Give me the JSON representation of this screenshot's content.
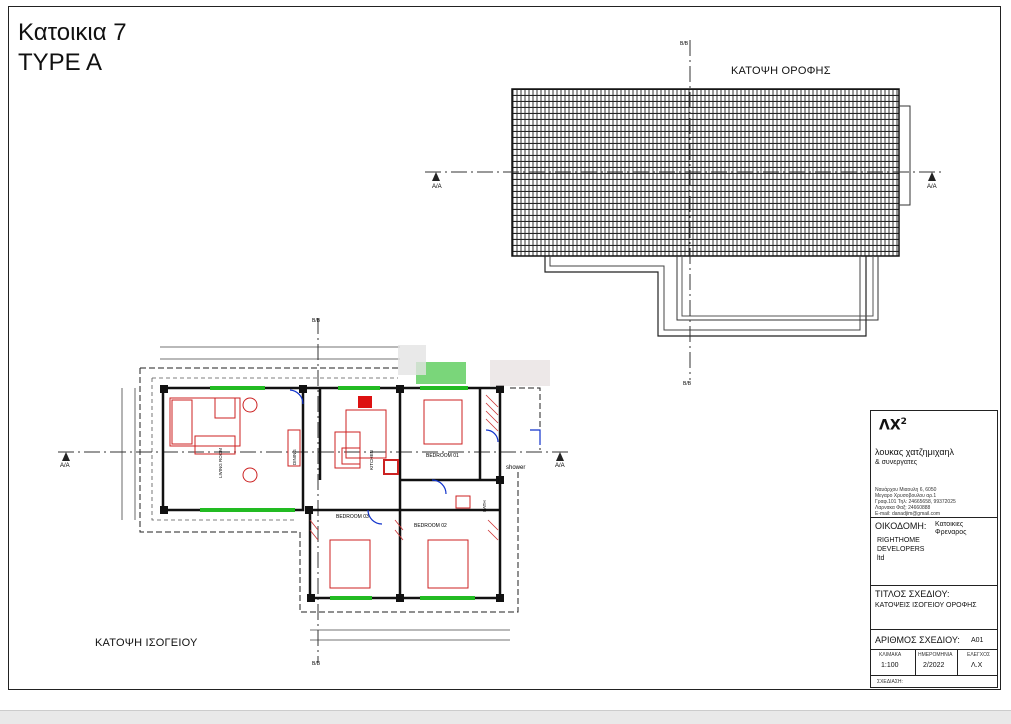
{
  "title": {
    "line1": "Κατοικια 7",
    "line2": "TYPE A"
  },
  "labels": {
    "roof_plan": "ΚΑΤΟΨΗ ΟΡΟΦΗΣ",
    "ground_plan": "ΚΑΤΟΨΗ  ΙΣΟΓΕΙΟΥ",
    "section_aa": "A/A",
    "section_bb": "B/B"
  },
  "rooms": {
    "living": "LIVING ROOM",
    "dining": "DINING",
    "kitchen": "KITCHEN",
    "bedroom1": "BEDROOM 01",
    "bedroom2": "BEDROOM 02",
    "bedroom3": "BEDROOM 03",
    "shower": "shower",
    "bath": "BATH"
  },
  "title_block": {
    "logo": "ΛΧ",
    "logo_sup": "2",
    "firm_name": "λουκας χατζημιχαηλ",
    "firm_sub": "& συνεργατες",
    "address": [
      "Ναυάρχου Μιαουλη 6, 6050",
      "Μεγαρο Χρυσοβουλου αρ.1",
      "Γραφ.101    Τηλ: 24665658, 99372025",
      "Λαρνακα         Φαξ: 24660888",
      "E-mail: danadjim@gmail.com"
    ],
    "building_label": "ΟΙΚΟΔΟΜΗ:",
    "building_value": "Κατοικιες Φρεναρος",
    "owner": [
      "RIGHTHOME",
      "DEVELOPERS",
      "ltd"
    ],
    "drawing_title_label": "ΤΙΤΛΟΣ ΣΧΕΔΙΟΥ:",
    "drawing_title_value": "ΚΑΤΟΨΕΙΣ ΙΣΟΓΕΙΟΥ ΟΡΟΦΗΣ",
    "drawing_no_label": "ΑΡΙΘΜΟΣ ΣΧΕΔΙΟΥ:",
    "drawing_no_value": "A01",
    "scale_label": "ΚΛΙΜΑΚΑ",
    "scale_value": "1:100",
    "date_label": "ΗΜΕΡΟΜΗΝΙΑ",
    "date_value": "2/2022",
    "check_label": "ΕΛΕΓΧΟΣ",
    "check_value": "Λ.Χ",
    "design_label": "ΣΧΕΔΙΑΣΗ:"
  }
}
